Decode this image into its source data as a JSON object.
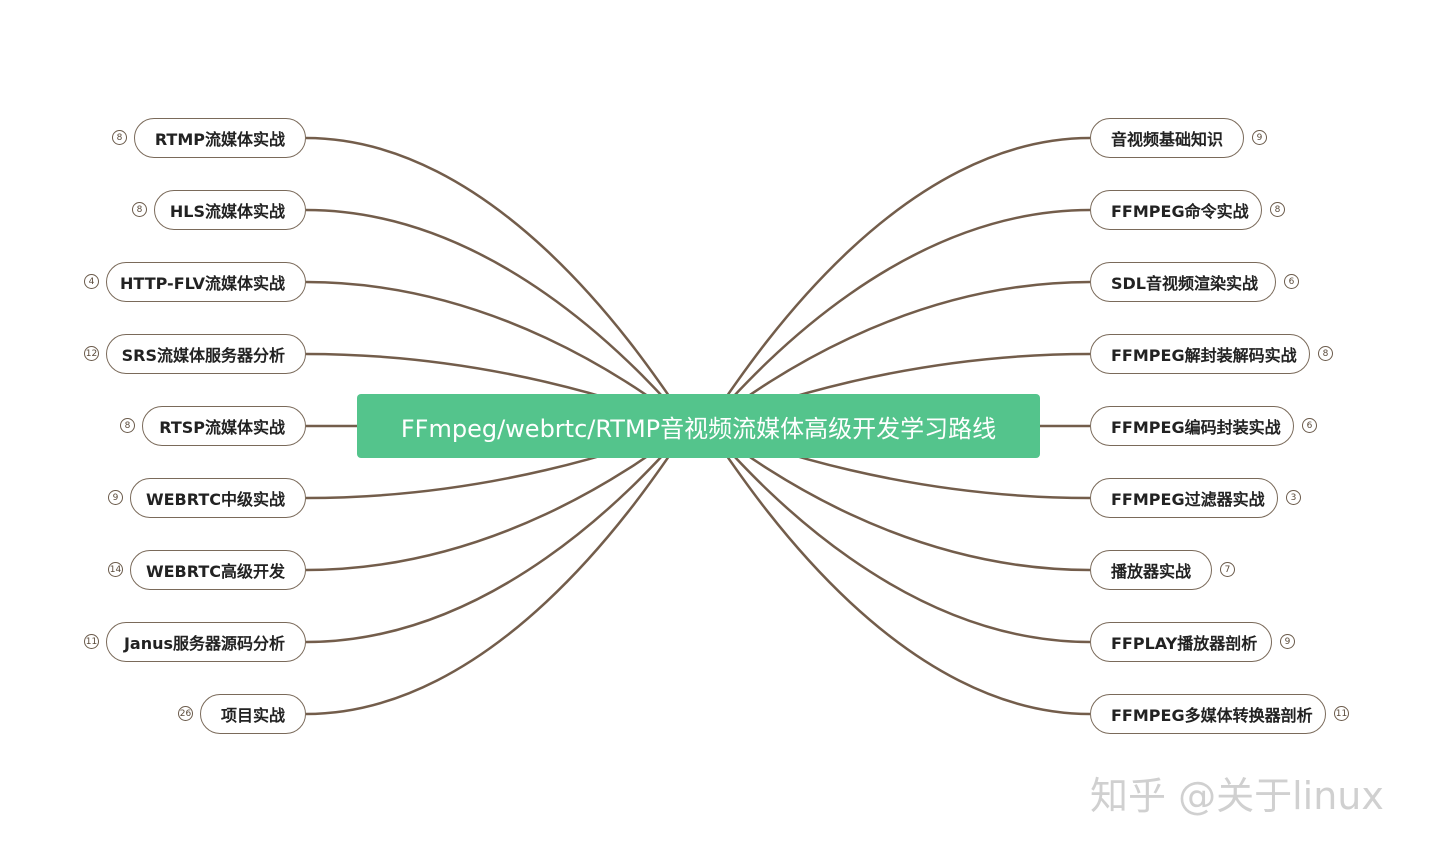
{
  "center": {
    "title": "FFmpeg/webrtc/RTMP音视频流媒体高级开发学习路线"
  },
  "left_branches": [
    {
      "label": "RTMP流媒体实战",
      "count": "8"
    },
    {
      "label": "HLS流媒体实战",
      "count": "8"
    },
    {
      "label": "HTTP-FLV流媒体实战",
      "count": "4"
    },
    {
      "label": "SRS流媒体服务器分析",
      "count": "12"
    },
    {
      "label": "RTSP流媒体实战",
      "count": "8"
    },
    {
      "label": "WEBRTC中级实战",
      "count": "9"
    },
    {
      "label": "WEBRTC高级开发",
      "count": "14"
    },
    {
      "label": "Janus服务器源码分析",
      "count": "11"
    },
    {
      "label": "项目实战",
      "count": "26"
    }
  ],
  "right_branches": [
    {
      "label": "音视频基础知识",
      "count": "9"
    },
    {
      "label": "FFMPEG命令实战",
      "count": "8"
    },
    {
      "label": "SDL音视频渲染实战",
      "count": "6"
    },
    {
      "label": "FFMPEG解封装解码实战",
      "count": "8"
    },
    {
      "label": "FFMPEG编码封装实战",
      "count": "6"
    },
    {
      "label": "FFMPEG过滤器实战",
      "count": "3"
    },
    {
      "label": "播放器实战",
      "count": "7"
    },
    {
      "label": "FFPLAY播放器剖析",
      "count": "9"
    },
    {
      "label": "FFMPEG多媒体转换器剖析",
      "count": "11"
    }
  ],
  "watermark": "知乎 @关于linux",
  "colors": {
    "center_fill": "#54c48c",
    "connector": "#735d4b",
    "node_border": "#7a6a5a"
  }
}
